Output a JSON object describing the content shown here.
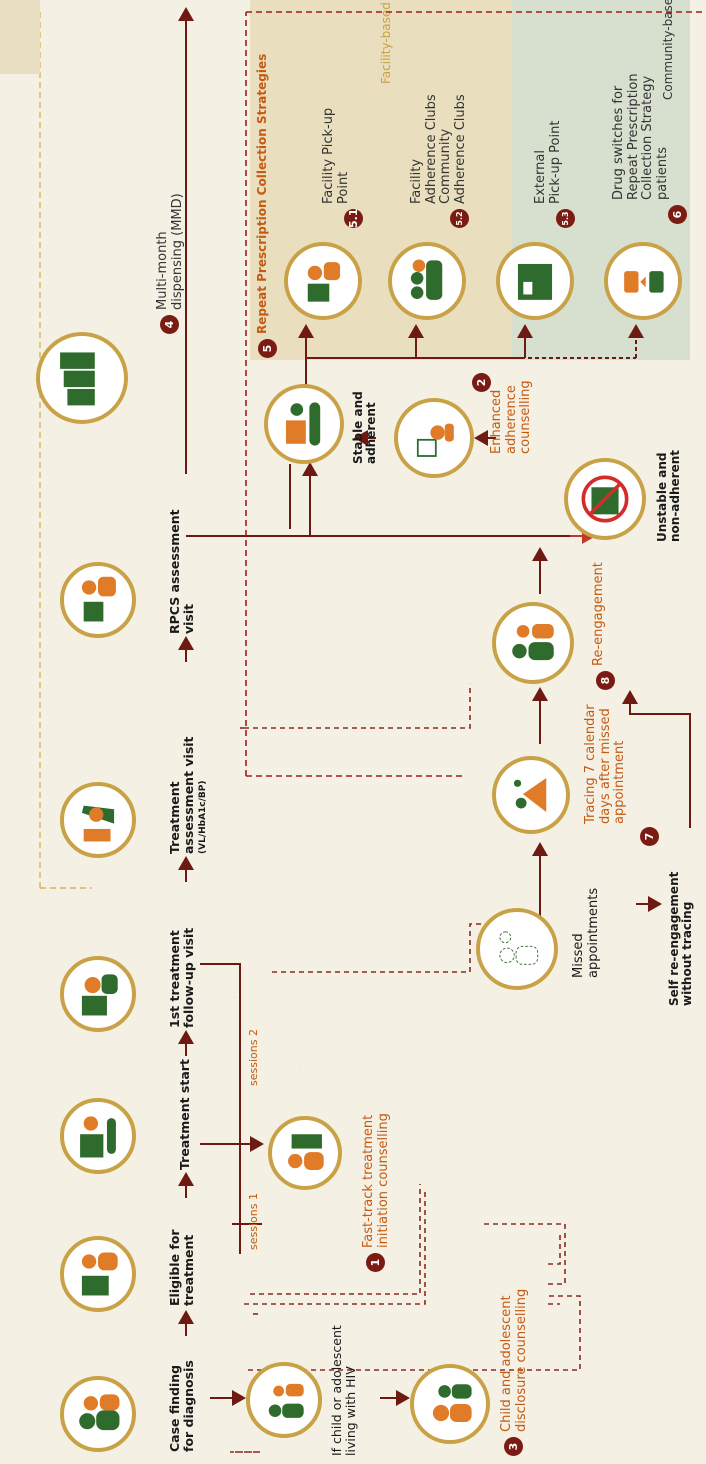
{
  "steps": {
    "case_finding": "Case finding\nfor diagnosis",
    "eligible": "Eligible for\ntreatment",
    "treatment_start": "Treatment start",
    "follow_up": "1st treatment\nfollow-up visit",
    "treatment_assessment": "Treatment\nassessment visit",
    "treatment_assessment_sub": "(VL/HbA1c/BP)",
    "rpcs_assessment": "RPCS assessment\nvisit"
  },
  "sessions": {
    "s1": "sessions 1",
    "s2": "sessions 2"
  },
  "side_labels": {
    "child_condition": "If child or adolescent\nliving with HIV",
    "missed": "Missed\nappointments",
    "self_reengagement": "Self re-engagement\nwithout tracing",
    "stable": "Stable and\nadherent",
    "unstable": "Unstable and\nnon-adherent"
  },
  "numbered": [
    {
      "num": "1",
      "label": "Fast-track treatment\ninitiation counselling"
    },
    {
      "num": "2",
      "label": "Enhanced\nadherence\ncounselling"
    },
    {
      "num": "3",
      "label": "Child and adolescent\ndisclosure counselling"
    },
    {
      "num": "4",
      "label": "Multi-month\ndispensing (MMD)"
    },
    {
      "num": "5",
      "label": "Repeat Prescription Collection Strategies"
    },
    {
      "num": "5.1",
      "label": "Facility Pick-up\nPoint"
    },
    {
      "num": "5.2",
      "label": "Facility\nAdherence Clubs\nCommunity\nAdherence Clubs"
    },
    {
      "num": "5.3",
      "label": "External\nPick-up Point"
    },
    {
      "num": "6",
      "label": "Drug switches for\nRepeat Prescription\nCollection Strategy\npatients"
    },
    {
      "num": "7",
      "label": "Tracing 7 calendar\ndays after missed\nappointment"
    },
    {
      "num": "8",
      "label": "Re-engagement"
    }
  ],
  "bands": {
    "facility": "Facility-based",
    "community": "Community-based"
  },
  "colors": {
    "arrow": "#6e1a12",
    "orange": "#c55a13",
    "gold": "#c9a247",
    "green": "#2f6b2c",
    "sand": "#f4f1e4",
    "band_facility": "#e9dfbe",
    "band_community": "#d7dfcf"
  }
}
